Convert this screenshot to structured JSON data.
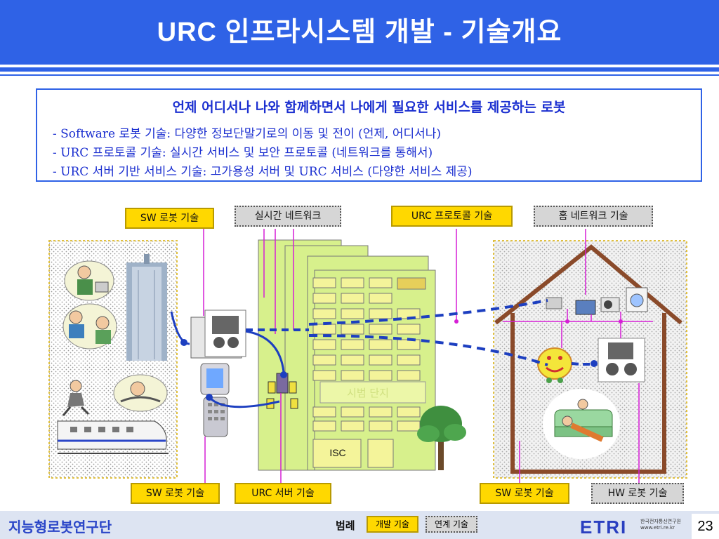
{
  "title": "URC 인프라시스템 개발 - 기술개요",
  "intro": {
    "headline": "언제 어디서나 나와 함께하면서 나에게 필요한 서비스를 제공하는 로봇",
    "lines": [
      "- Software 로봇 기술: 다양한 정보단말기로의 이동 및 전이 (언제, 어디서나)",
      "- URC 프로토콜 기술: 실시간 서비스 및 보안 프로토콜 (네트워크를 통해서)",
      "- URC 서버 기반 서비스 기술: 고가용성 서버 및 URC 서비스 (다양한 서비스 제공)"
    ]
  },
  "labels": {
    "sw_robot_top": "SW 로봇 기술",
    "realtime_network": "실시간 네트워크",
    "urc_protocol": "URC 프로토콜 기술",
    "home_network": "홈 네트워크 기술",
    "sw_robot_bottom_left": "SW 로봇 기술",
    "urc_server": "URC 서버 기술",
    "sw_robot_bottom_right": "SW 로봇 기술",
    "hw_robot": "HW 로봇 기술"
  },
  "building": {
    "pilot_sign": "시범 단지",
    "isc": "ISC"
  },
  "footer": {
    "org": "지능형로봇연구단",
    "legend_title": "범례",
    "legend_dev": "개발 기술",
    "legend_link": "연계 기술",
    "logo": "ETRI",
    "logo_sub": "한국전자통신연구원 www.etri.re.kr",
    "page": "23"
  },
  "colors": {
    "header_blue": "#2f62e6",
    "text_blue": "#1b2fd0",
    "dev_yellow": "#ffd800",
    "link_gray": "#d6d6d6",
    "building_green": "#d7f08c",
    "connector_magenta": "#d61fd6",
    "network_blue": "#1d3fc0"
  }
}
